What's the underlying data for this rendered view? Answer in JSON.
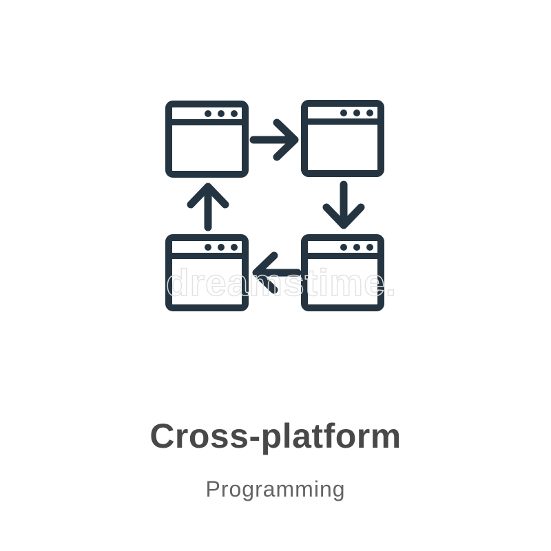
{
  "theme": {
    "background": "#ffffff",
    "icon_color": "#243440",
    "title_color": "#484848",
    "subtitle_color": "#646464",
    "watermark_color": "#e2e2e2"
  },
  "caption": {
    "title": "Cross-platform",
    "subtitle": "Programming"
  },
  "watermark": {
    "text": "dreamstime."
  },
  "icon": {
    "name": "cross-platform-flow-icon",
    "windows": [
      "top-left",
      "top-right",
      "bottom-left",
      "bottom-right"
    ],
    "arrows": [
      "right",
      "down",
      "left",
      "up"
    ]
  }
}
